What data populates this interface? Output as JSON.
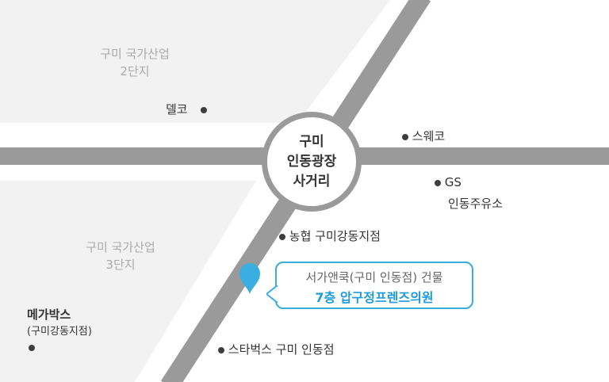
{
  "districts": [
    {
      "name": "구미 국가산업",
      "sub": "2단지"
    },
    {
      "name": "구미 국가산업",
      "sub": "3단지"
    }
  ],
  "hub": {
    "line1": "구미",
    "line2": "인동광장",
    "line3": "사거리"
  },
  "places": {
    "delco": "델코",
    "swako": "스웨코",
    "gs1": "GS",
    "gs2": "인동주유소",
    "nonghyup": "농협 구미강동지점",
    "megabox1": "메가박스",
    "megabox2": "(구미강동지점)",
    "starbucks": "스타벅스 구미 인동점"
  },
  "callout": {
    "line1": "서가앤쿡(구미 인동점) 건물",
    "line2": "7층 압구정프렌즈의원"
  },
  "colors": {
    "road": "#9a9a9a",
    "block": "#f2f2f2",
    "accent": "#3aaee0"
  }
}
